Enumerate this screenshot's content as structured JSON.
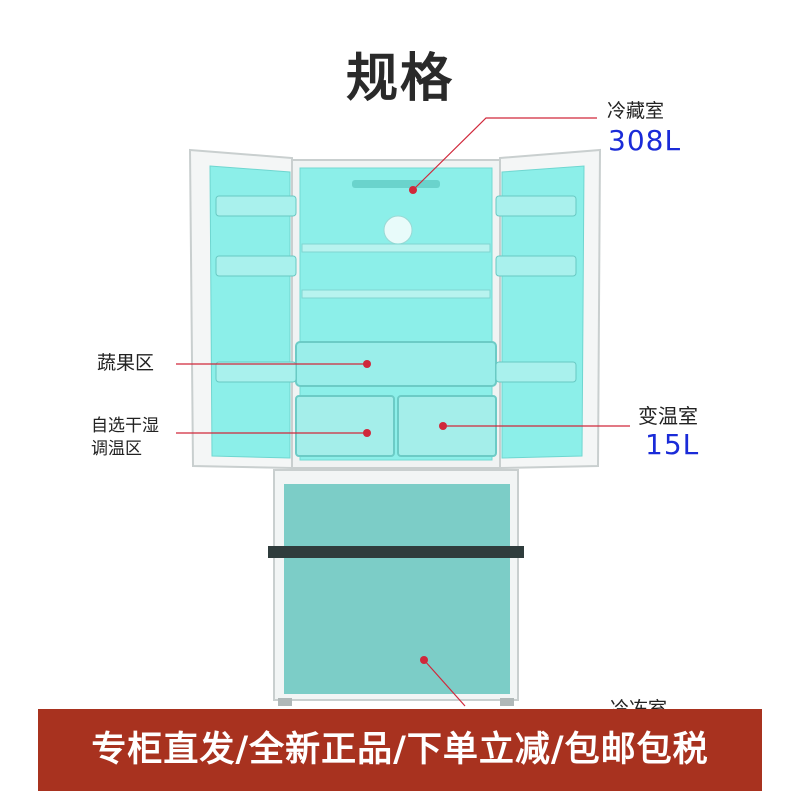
{
  "title": "规格",
  "labels": {
    "fridge": {
      "name": "冷藏室",
      "volume": "308L"
    },
    "crisper": {
      "name": "蔬果区"
    },
    "dry_humid": {
      "line1": "自选干湿",
      "line2": "调温区"
    },
    "convertible": {
      "name": "变温室",
      "volume": "15L"
    },
    "freezer": {
      "name": "冷冻室"
    }
  },
  "banner": {
    "text": "专柜直发/全新正品/下单立减/包邮包税"
  },
  "colors": {
    "accent_volume": "#1a2bd8",
    "leader_line": "#d0283b",
    "banner_bg": "#a8321f",
    "interior": "#8cefe9",
    "freezer_glass": "#7ccdc7"
  }
}
